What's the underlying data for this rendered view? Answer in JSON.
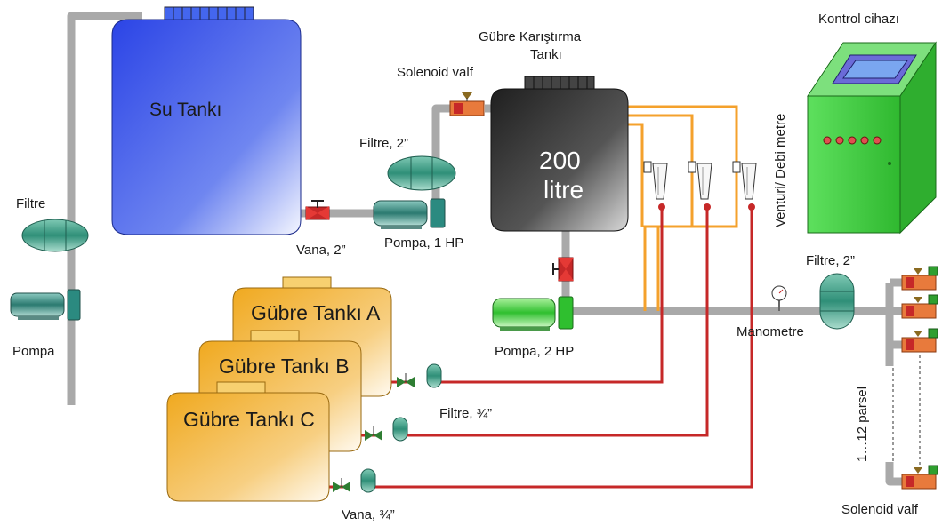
{
  "labels": {
    "su_tanki": "Su Tankı",
    "filtre_left": "Filtre",
    "pompa_left": "Pompa",
    "vana_2": "Vana, 2”",
    "pompa_1hp": "Pompa, 1 HP",
    "filtre_2_top": "Filtre, 2”",
    "solenoid_top": "Solenoid valf",
    "karistirma_line1": "Gübre Karıştırma",
    "karistirma_line2": "Tankı",
    "tank_200_line1": "200",
    "tank_200_line2": "litre",
    "kontrol": "Kontrol cihazı",
    "venturi": "Venturi/ Debi metre",
    "filtre_2_right": "Filtre, 2”",
    "manometre": "Manometre",
    "pompa_2hp": "Pompa, 2 HP",
    "tank_a": "Gübre Tankı A",
    "tank_b": "Gübre Tankı B",
    "tank_c": "Gübre Tankı C",
    "filtre_34": "Filtre, ¾”",
    "vana_34": "Vana, ¾”",
    "parsel": "1…12 parsel",
    "solenoid_bottom": "Solenoid valf"
  },
  "colors": {
    "pipe_gray": "#a9a9a9",
    "pipe_red": "#c62828",
    "pipe_orange": "#f4a12c",
    "water_tank": "#3b57e8",
    "mix_tank": "#3a3a3a",
    "fert_tank": "#f2b23a",
    "control_box": "#3fcf3f"
  },
  "icons": [
    "filter-icon",
    "pump-icon",
    "valve-icon",
    "solenoid-valve-icon",
    "flowmeter-icon",
    "pressure-gauge-icon"
  ]
}
